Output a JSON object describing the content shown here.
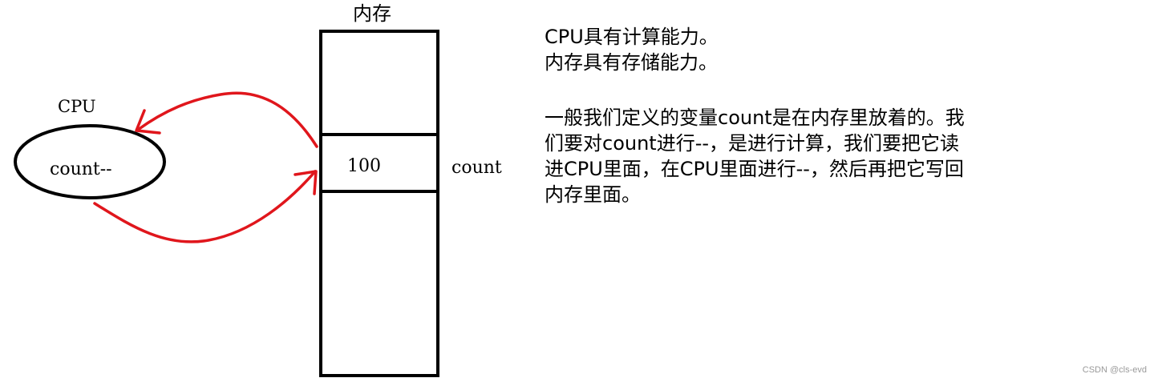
{
  "memory": {
    "title": "内存",
    "cell_value": "100",
    "cell_label": "count"
  },
  "cpu": {
    "label": "CPU",
    "value": "count--"
  },
  "description": {
    "line1": "CPU具有计算能力。",
    "line2": "内存具有存储能力。",
    "para_lines": [
      "一般我们定义的变量count是在内存里放着的。我",
      "们要对count进行--，是进行计算，我们要把它读",
      "进CPU里面，在CPU里面进行--，然后再把它写回",
      "内存里面。"
    ]
  },
  "watermark": "CSDN @cls-evd",
  "colors": {
    "outline": "#000000",
    "arrow": "#e0161c",
    "watermark": "#9a9a9a"
  }
}
